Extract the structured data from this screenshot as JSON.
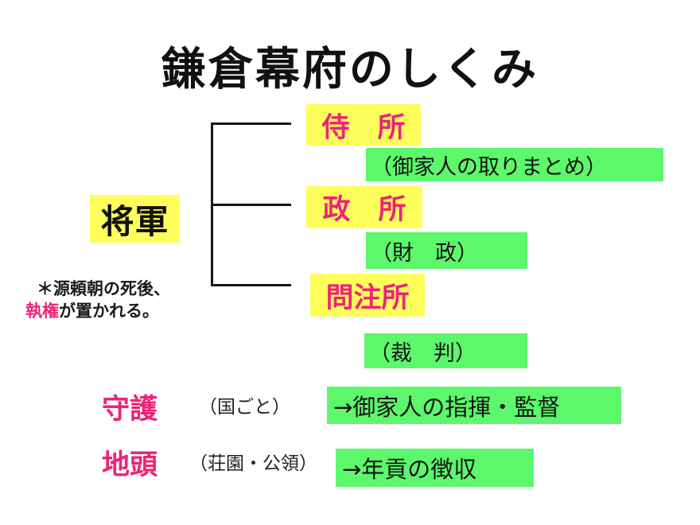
{
  "page": {
    "title": "鎌倉幕府のしくみ"
  },
  "colors": {
    "highlight_yellow": "#FFFF5C",
    "highlight_green": "#5CF76B",
    "accent_pink": "#EE2377",
    "line_black": "#161616"
  },
  "shogun": {
    "label": "将軍"
  },
  "offices": [
    {
      "name": "侍　所",
      "note": "（御家人の取りまとめ）"
    },
    {
      "name": "政　所",
      "note": "（財　政）"
    },
    {
      "name": "問注所",
      "note": "（裁　判）"
    }
  ],
  "annotation": {
    "line1": "＊源頼朝の死後、",
    "line2_highlight": "執権",
    "line2_rest": "が置かれる。"
  },
  "regional": [
    {
      "name": "守護",
      "scope": "（国ごと）",
      "role": "→御家人の指揮・監督"
    },
    {
      "name": "地頭",
      "scope": "（荘園・公領）",
      "role": "→年貢の徴収"
    }
  ]
}
